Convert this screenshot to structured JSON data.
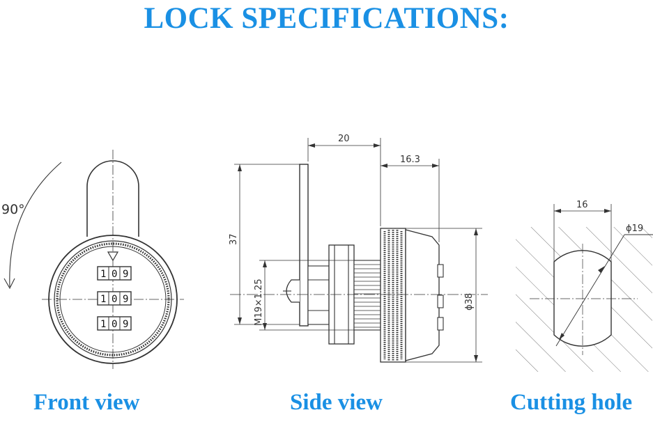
{
  "title": "LOCK SPECIFICATIONS:",
  "captions": {
    "front": "Front view",
    "side": "Side view",
    "cutting": "Cutting hole"
  },
  "front_view": {
    "rotation_label": "90°",
    "dial_rows": [
      [
        "1",
        "0",
        "9"
      ],
      [
        "1",
        "0",
        "9"
      ],
      [
        "1",
        "0",
        "9"
      ]
    ]
  },
  "side_view": {
    "dim_length": "20",
    "dim_depth": "16.3",
    "dim_height": "37",
    "dim_thread": "M19×1.25",
    "dim_diameter": "ϕ38"
  },
  "cutting_hole": {
    "dim_flat": "16",
    "dim_diameter": "ϕ19"
  },
  "colors": {
    "accent": "#1a90e4",
    "line": "#333333"
  }
}
